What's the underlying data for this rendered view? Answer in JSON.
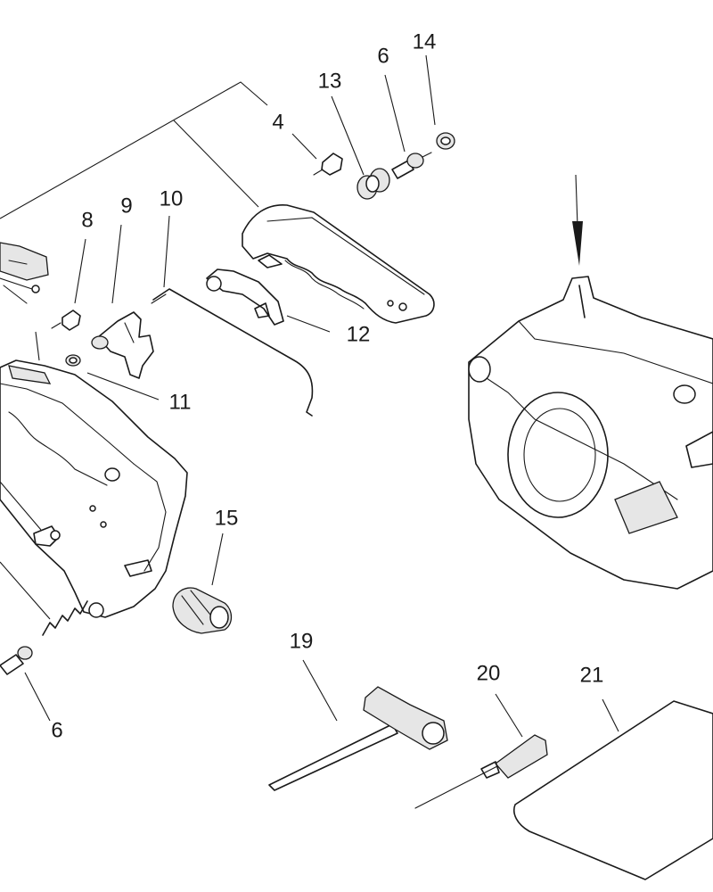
{
  "diagram": {
    "callouts": [
      {
        "id": "4",
        "label": "4"
      },
      {
        "id": "13",
        "label": "13"
      },
      {
        "id": "6-top",
        "label": "6"
      },
      {
        "id": "14",
        "label": "14"
      },
      {
        "id": "8",
        "label": "8"
      },
      {
        "id": "9",
        "label": "9"
      },
      {
        "id": "10",
        "label": "10"
      },
      {
        "id": "12",
        "label": "12"
      },
      {
        "id": "11",
        "label": "11"
      },
      {
        "id": "15",
        "label": "15"
      },
      {
        "id": "6-bottom",
        "label": "6"
      },
      {
        "id": "19",
        "label": "19"
      },
      {
        "id": "20",
        "label": "20"
      },
      {
        "id": "21",
        "label": "21"
      }
    ]
  }
}
